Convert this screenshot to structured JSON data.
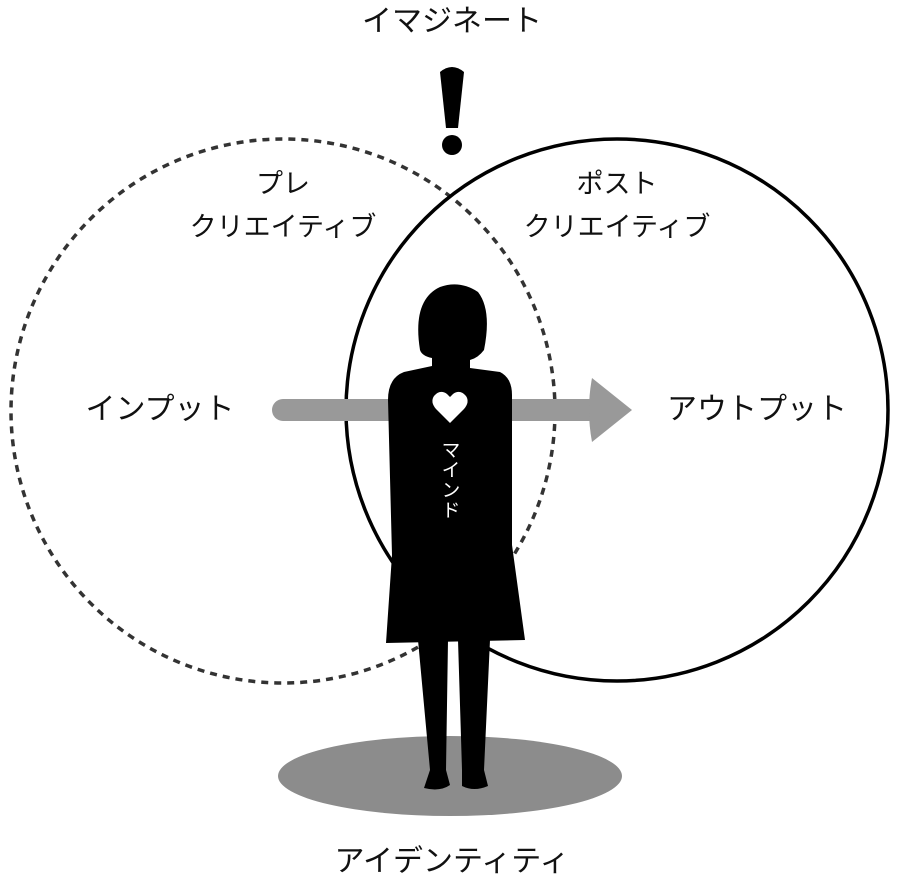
{
  "title": "イマジネート",
  "pre": {
    "line1": "プレ",
    "line2": "クリエイティブ"
  },
  "post": {
    "line1": "ポスト",
    "line2": "クリエイティブ"
  },
  "input": "インプット",
  "output": "アウトプット",
  "mind": "マインド",
  "identity": "アイデンティティ",
  "icons": {
    "exclamation": "exclamation-icon",
    "heart": "heart-icon",
    "arrow": "arrow-right-icon"
  },
  "colors": {
    "arrow": "#999999",
    "shadow": "#8c8c8c",
    "dashed": "#333333",
    "figure": "#000000"
  }
}
